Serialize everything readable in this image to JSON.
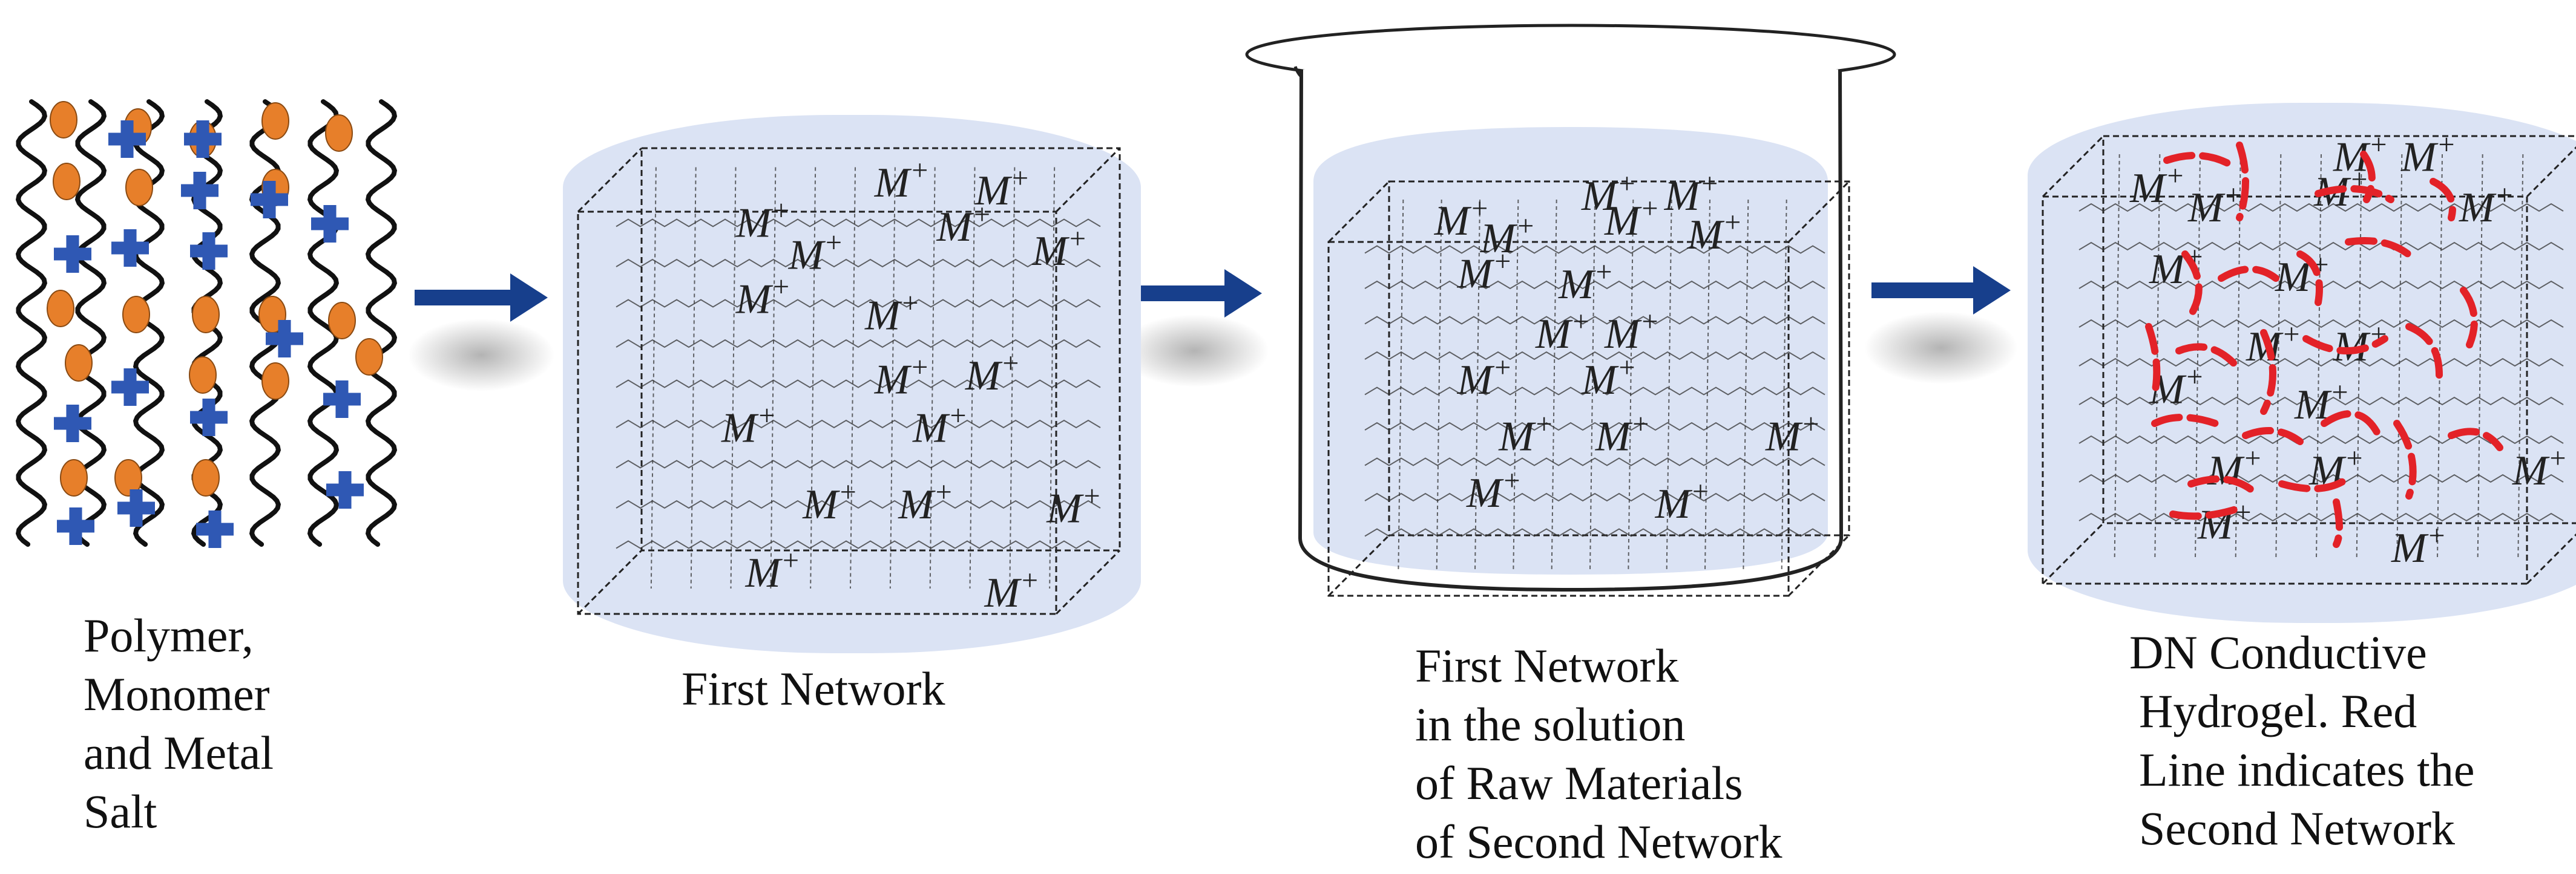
{
  "stage1": {
    "caption": [
      "Polymer,",
      "Monomer",
      "and Metal",
      "Salt"
    ]
  },
  "stage2": {
    "caption": [
      "First Network"
    ]
  },
  "stage3": {
    "caption": [
      "First Network",
      "in the solution",
      "of Raw Materials",
      "of Second Network"
    ]
  },
  "stage4": {
    "caption": [
      "DN Conductive",
      "Hydrogel. Red",
      "Line indicates the",
      "Second Network"
    ]
  },
  "ion_label": "M+",
  "colors": {
    "gel_fill": "#dbe3f4",
    "arrow": "#173f8c",
    "cation_marker": "#2f58b4",
    "anion_marker": "#e77f2a",
    "second_network": "#e32228",
    "chain": "#111111"
  }
}
